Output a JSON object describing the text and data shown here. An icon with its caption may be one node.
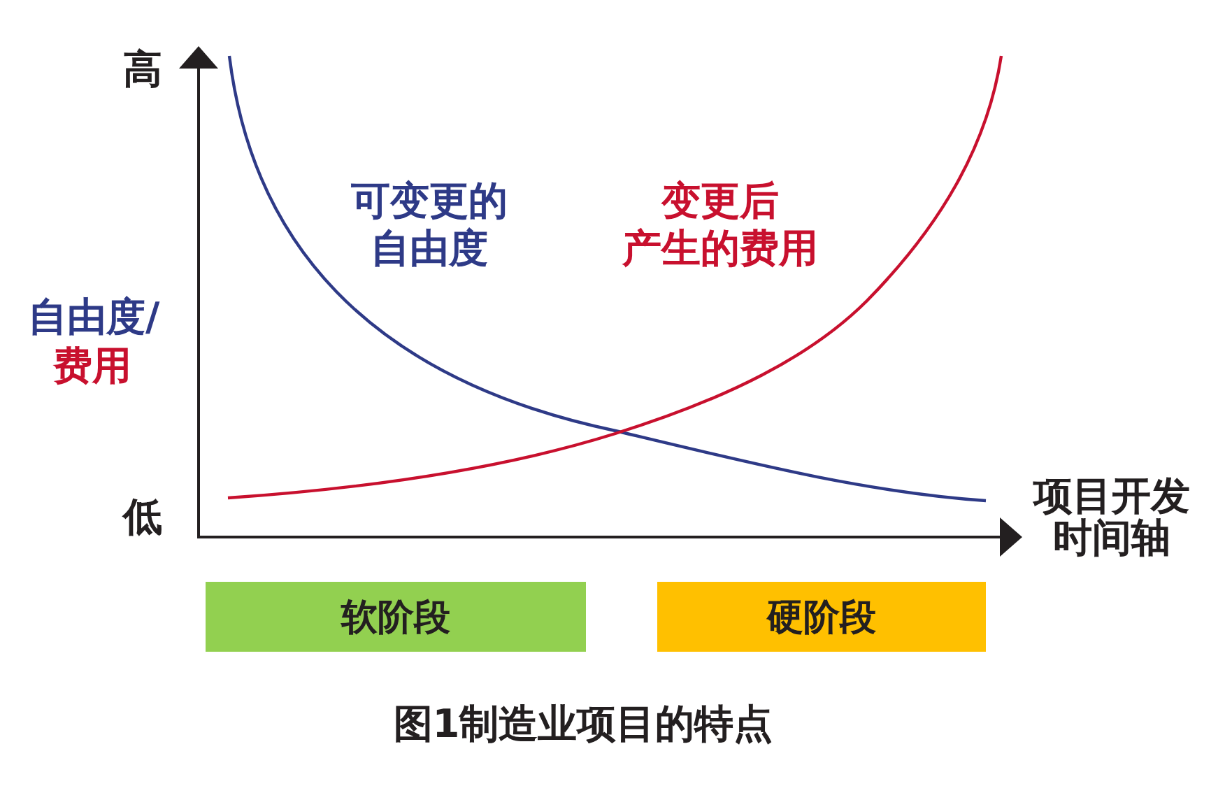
{
  "diagram": {
    "caption": "图1制造业项目的特点",
    "nodes": [
      {
        "text": [
          "软阶段"
        ]
      },
      {
        "text": [
          "硬阶段"
        ]
      }
    ],
    "labels": [
      "高",
      "可变更的自由度",
      "变更后产生的费用",
      "自由度/",
      "费用",
      "低",
      "项目开发时间轴"
    ]
  }
}
